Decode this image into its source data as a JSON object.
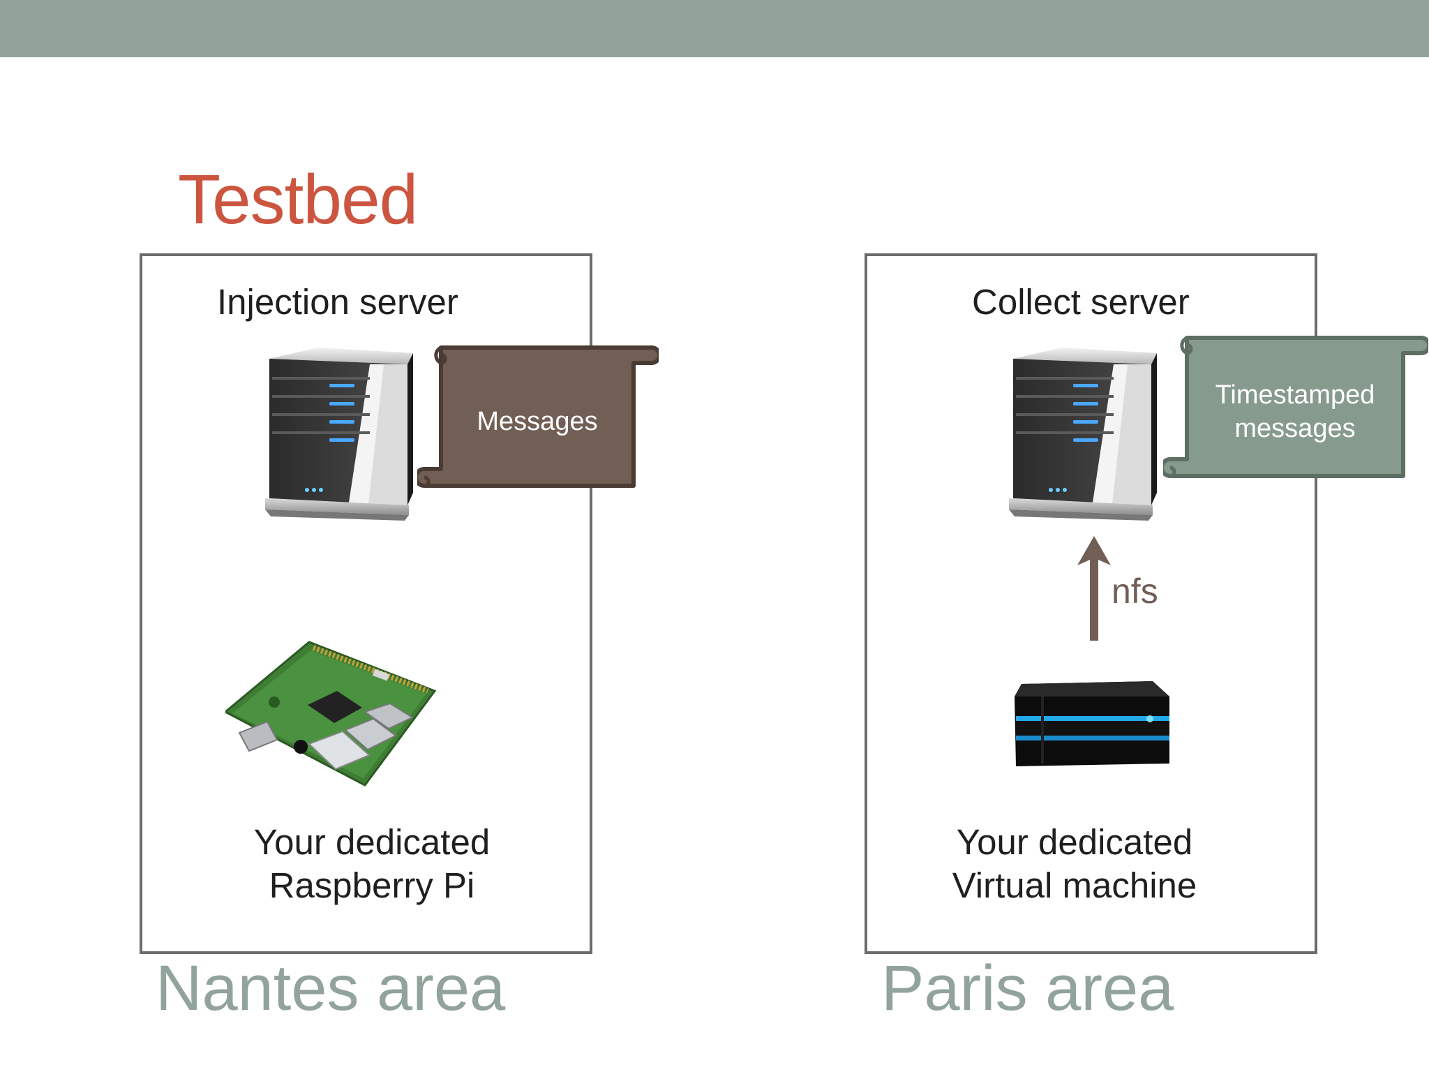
{
  "slide": {
    "title": "Testbed",
    "title_color": "#cc5540",
    "header_bar_color": "#91a39a"
  },
  "nantes": {
    "area_label": "Nantes area",
    "server_label": "Injection server",
    "scroll_label": "Messages",
    "device_caption": "Your dedicated\nRaspberry Pi",
    "server_icon": "server-tower-icon",
    "device_icon": "raspberry-pi-icon"
  },
  "paris": {
    "area_label": "Paris area",
    "server_label": "Collect server",
    "scroll_label": "Timestamped\nmessages",
    "link_label": "nfs",
    "device_caption": "Your dedicated\nVirtual machine",
    "server_icon": "server-tower-icon",
    "device_icon": "virtual-machine-server-icon"
  },
  "colors": {
    "area_label": "#91a39a",
    "messages_scroll": "#715e55",
    "timestamped_scroll": "#879a8e",
    "arrow": "#715e55",
    "box_border": "#6a6d6b"
  }
}
